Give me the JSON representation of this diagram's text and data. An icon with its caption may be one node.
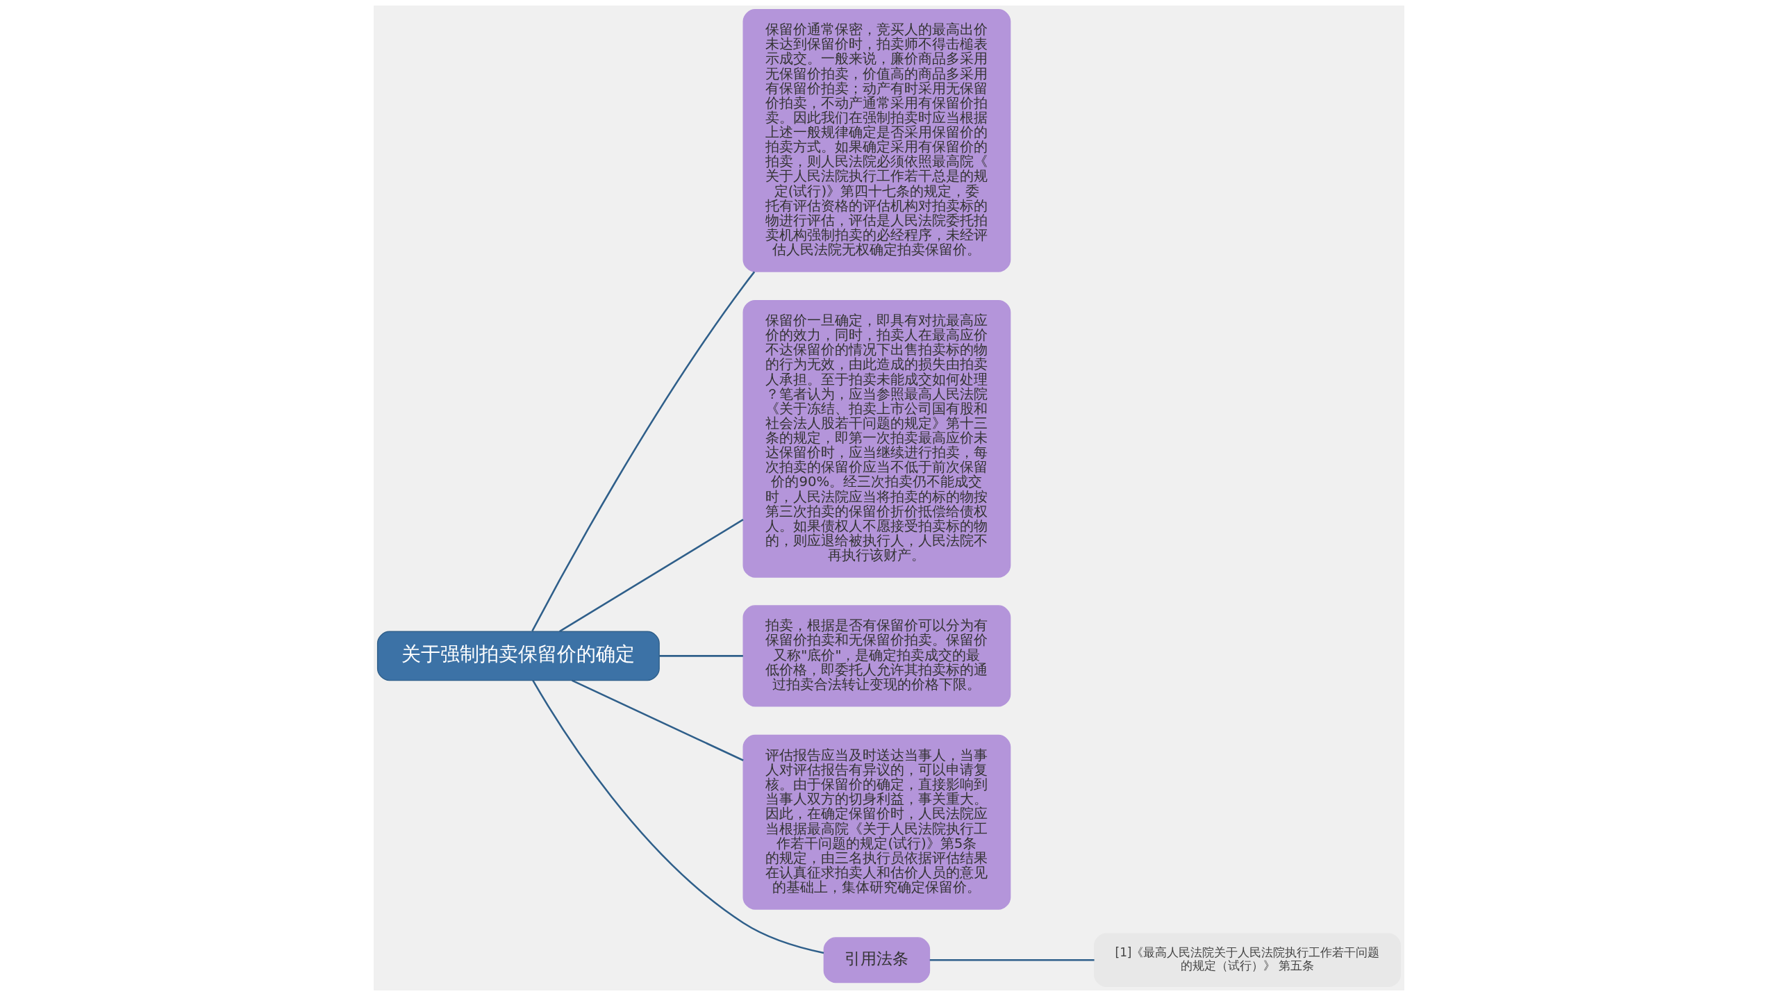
{
  "diagram": {
    "nodes": [
      {
        "text": [
          "关于强制拍卖保留价的确定"
        ]
      },
      {
        "text": [
          "保留价通常保密，竞买人的最高出价未达到保留价时，拍卖师不得击槌表示成交。一般来说，廉价商品多采用无保留价拍卖，价值高的商品多采用有保留价拍卖；动产有时采用无保留价拍卖，不动产通常采用有保留价拍卖。因此我们在强制拍卖时应当根据上述一般规律确定是否采用保留价的拍卖方式。如果确定采用有保留价的拍卖，则人民法院必须依照最高院《关于人民法院执行工作若干总是的规定(试行)》第四十七条的规定，委托有评估资格的评估机构对拍卖标的物进行评估，评估是人民法院委托拍卖机构强制拍卖的必经程序，未经评估人民法院无权确定拍卖保留价。"
        ]
      },
      {
        "text": [
          "保留价一旦确定，即具有对抗最高应价的效力，同时，拍卖人在最高应价不达保留价的情况下出售拍卖标的物的行为无效，由此造成的损失由拍卖人承担。至于拍卖未能成交如何处理？笔者认为，应当参照最高人民法院《关于冻结、拍卖上市公司国有股和社会法人股若干问题的规定》第十三条的规定，即第一次拍卖最高应价未达保留价时，应当继续进行拍卖，每次拍卖的保留价应当不低于前次保留价的90%。经三次拍卖仍不能成交时，人民法院应当将拍卖的标的物按第三次拍卖的保留价折价抵偿给债权人。如果债权人不愿接受拍卖标的物的，则应退给被执行人，人民法院不再执行该财产。"
        ]
      },
      {
        "text": [
          "拍卖，根据是否有保留价可以分为有保留价拍卖和无保留价拍卖。保留价又称\"底价\"，是确定拍卖成交的最低价格，即委托人允许其拍卖标的通过拍卖合法转让变现的价格下限。"
        ]
      },
      {
        "text": [
          "评估报告应当及时送达当事人，当事人对评估报告有异议的，可以申请复核。由于保留价的确定，直接影响到当事人双方的切身利益，事关重大。因此，在确定保留价时，人民法院应当根据最高院《关于人民法院执行工作若干问题的规定(试行)》第5条的规定，由三名执行员依据评估结果在认真征求拍卖人和估价人员的意见的基础上，集体研究确定保留价。"
        ]
      },
      {
        "text": [
          "引用法条"
        ]
      },
      {
        "text": [
          "[1]《最高人民法院关于人民法院执行工作若干问题的规定（试行）》 第五条"
        ]
      }
    ],
    "edges": [
      {
        "from": 0,
        "to": 1,
        "arrow": "none"
      },
      {
        "from": 0,
        "to": 2,
        "arrow": "none"
      },
      {
        "from": 0,
        "to": 3,
        "arrow": "none"
      },
      {
        "from": 0,
        "to": 4,
        "arrow": "none"
      },
      {
        "from": 0,
        "to": 5,
        "arrow": "none"
      },
      {
        "from": 5,
        "to": 6,
        "arrow": "none"
      }
    ]
  }
}
